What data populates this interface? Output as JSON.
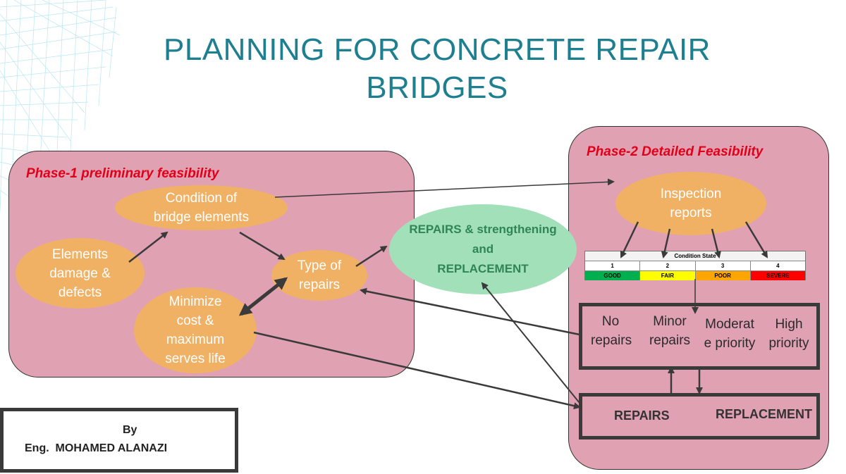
{
  "title": {
    "line1": "PLANNING FOR CONCRETE REPAIR",
    "line2": "BRIDGES"
  },
  "phase1": {
    "label": "Phase-1 preliminary feasibility",
    "condition": [
      "Condition of",
      "bridge elements"
    ],
    "damage": [
      "Elements",
      "damage &",
      "defects"
    ],
    "type_of_repairs": [
      "Type of",
      "repairs"
    ],
    "minimize": [
      "Minimize",
      "cost &",
      "maximum",
      "serves life"
    ]
  },
  "center": {
    "line1": "REPAIRS & strengthening",
    "line2": "and",
    "line3": "REPLACEMENT"
  },
  "phase2": {
    "label": "Phase-2 Detailed Feasibility",
    "inspection": [
      "Inspection",
      "reports"
    ],
    "condition_table": {
      "header": "Condition State",
      "numbers": [
        "1",
        "2",
        "3",
        "4"
      ],
      "states": [
        "GOOD",
        "FAIR",
        "POOR",
        "SEVERE"
      ],
      "colors": [
        "#00b050",
        "#ffff00",
        "#ffa500",
        "#ff0000"
      ]
    },
    "priorities": [
      [
        "No",
        "repairs"
      ],
      [
        "Minor",
        "repairs"
      ],
      [
        "Moderat",
        "e priority"
      ],
      [
        "High",
        "priority"
      ]
    ],
    "actions": {
      "repairs": "REPAIRS",
      "replacement": "REPLACEMENT"
    }
  },
  "credit": {
    "by": "By",
    "name": "Eng.  MOHAMED ALANAZI"
  },
  "colors": {
    "title": "#1e7f90",
    "panel": "#e0a1b2",
    "ellipse": "#f0b165",
    "ellipse_green": "#a2e0ba",
    "phase_label": "#e0001a"
  }
}
